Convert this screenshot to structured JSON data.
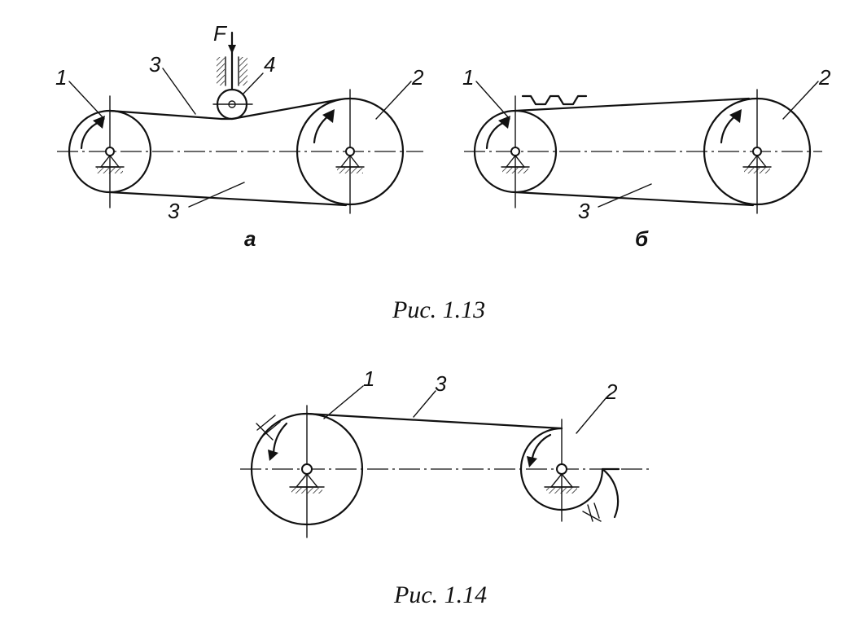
{
  "figure_a": {
    "label_pulley_1": "1",
    "label_pulley_2": "2",
    "label_belt_top": "3",
    "label_belt_bottom": "3",
    "label_roller": "4",
    "label_force": "F",
    "sublabel": "a"
  },
  "figure_b": {
    "label_pulley_1": "1",
    "label_pulley_2": "2",
    "label_belt_bottom": "3",
    "sublabel": "б"
  },
  "caption_113": "Рис. 1.13",
  "figure_114": {
    "label_pulley_1": "1",
    "label_pulley_2": "2",
    "label_belt": "3"
  },
  "caption_114": "Рис. 1.14"
}
